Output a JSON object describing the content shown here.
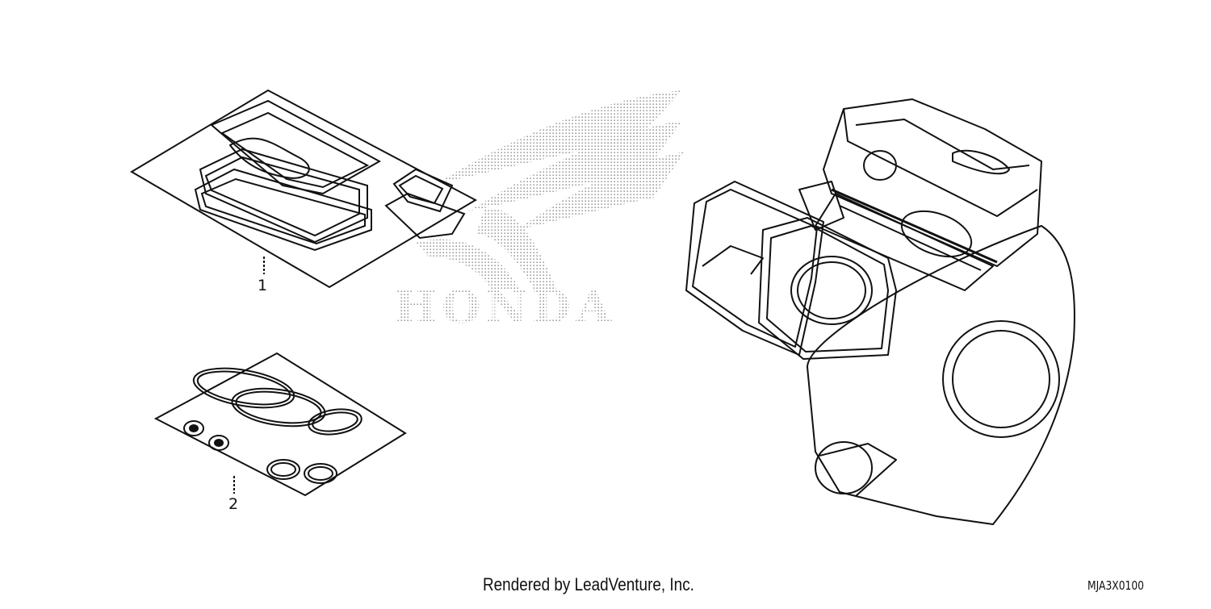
{
  "diagram": {
    "watermark_logo": "HONDA",
    "callouts": [
      {
        "id": "1",
        "label": "1"
      },
      {
        "id": "2",
        "label": "2"
      }
    ],
    "footer_credit": "Rendered by LeadVenture, Inc.",
    "diagram_code": "MJA3X0100"
  },
  "colors": {
    "line": "#111111",
    "watermark_dots": "#9a9a9a",
    "background": "#ffffff"
  }
}
